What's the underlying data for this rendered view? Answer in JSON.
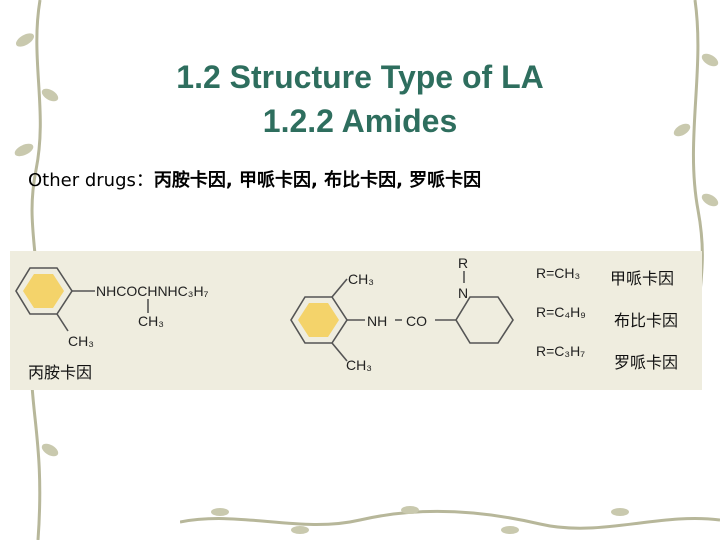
{
  "slide": {
    "title_line1": "1.2  Structure Type of LA",
    "title_line2": "1.2.2 Amides",
    "subtitle_prefix": "Other drugs：",
    "subtitle_drugs": "丙胺卡因, 甲哌卡因, 布比卡因, 罗哌卡因"
  },
  "figure": {
    "prilocaine": {
      "chain_label": "NHCOCHNHC₃H₇",
      "branch_label": "CH₃",
      "ring_methyl": "CH₃",
      "name": "丙胺卡因"
    },
    "xylidide": {
      "top_methyl": "CH₃",
      "bottom_methyl": "CH₃",
      "amide_nh": "NH",
      "amide_co": "CO",
      "r_label": "R",
      "n_label": "N"
    },
    "variants": [
      {
        "r": "R=CH₃",
        "name": "甲哌卡因"
      },
      {
        "r": "R=C₄H₉",
        "name": "布比卡因"
      },
      {
        "r": "R=C₃H₇",
        "name": "罗哌卡因"
      }
    ]
  },
  "colors": {
    "title": "#2e6e5e",
    "figure_bg": "#efeddf",
    "vine": "#b7b79a"
  }
}
